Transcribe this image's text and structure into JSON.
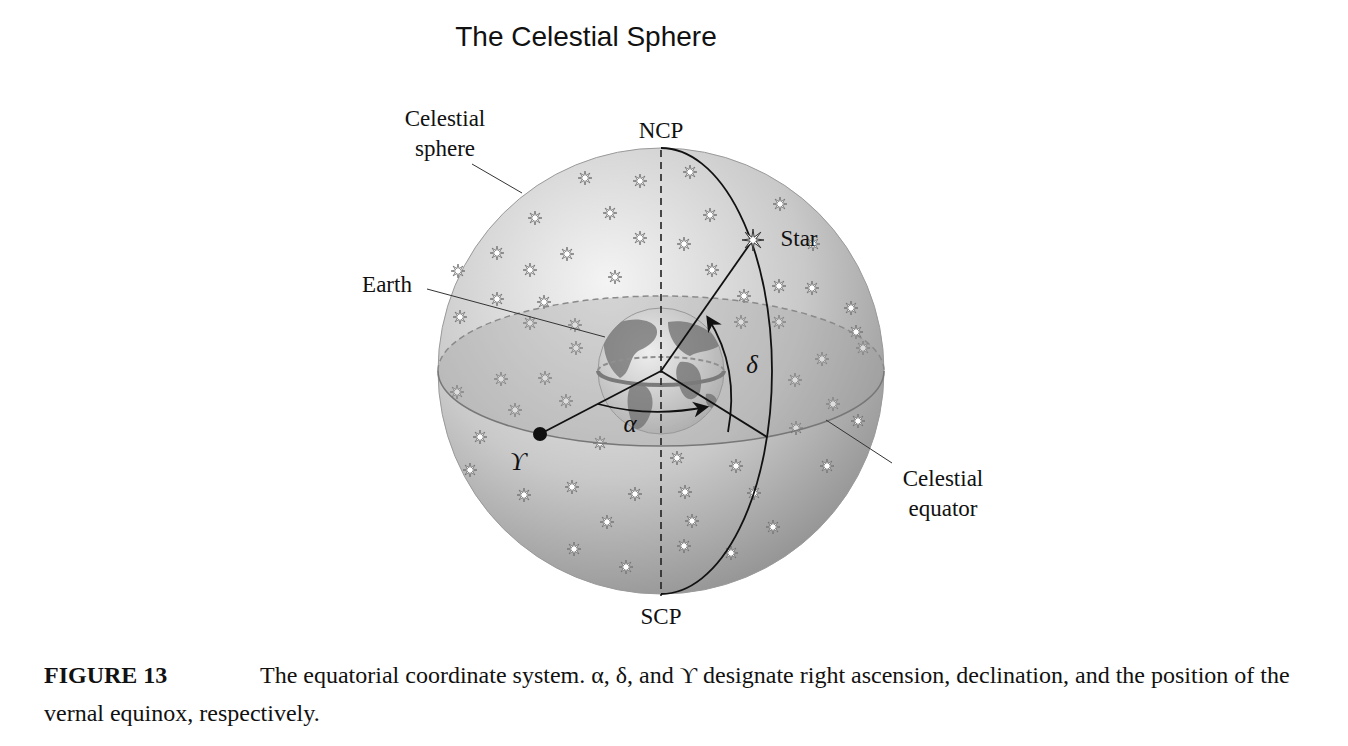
{
  "diagram": {
    "title": "The Celestial Sphere",
    "caption": "The equatorial coordinate system. α, δ, and ϒ designate right ascension, declination, and the position of the vernal equinox, respectively.",
    "labels": [
      "Celestial sphere",
      "NCP",
      "Star",
      "Earth",
      "δ",
      "α",
      "ϒ",
      "Celestial equator",
      "SCP",
      "FIGURE 13"
    ]
  }
}
